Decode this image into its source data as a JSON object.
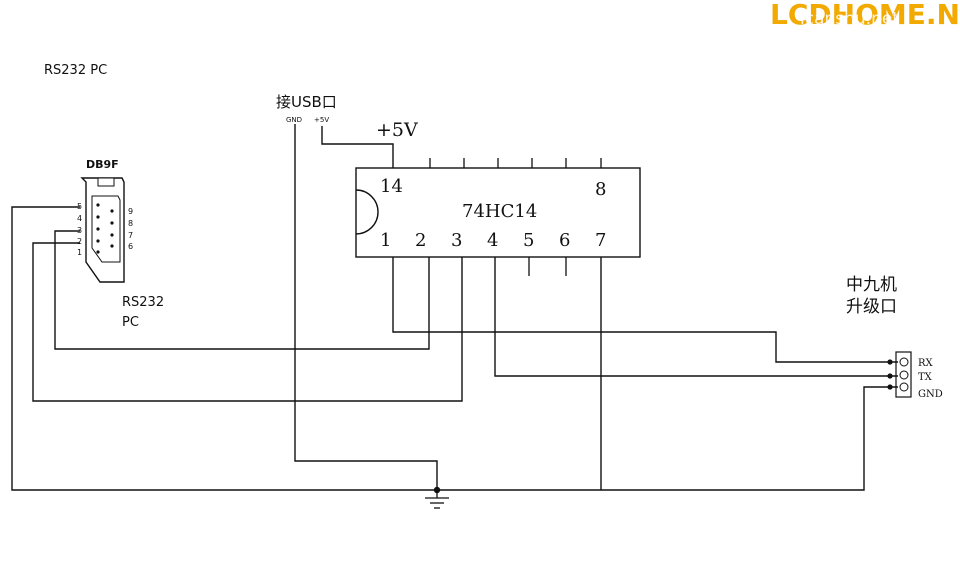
{
  "watermark": {
    "brand": "LCDHOME.NET",
    "overlay": "icanshu.net",
    "color": "#f2a900"
  },
  "rs232": {
    "header": "RS232 PC",
    "connector": "DB9F",
    "caption_line1": "RS232",
    "caption_line2": "PC",
    "pins_left": [
      "5",
      "4",
      "3",
      "2",
      "1"
    ],
    "pins_right": [
      "9",
      "8",
      "7",
      "6"
    ]
  },
  "usb": {
    "label": "接USB口",
    "gnd": "GND",
    "vcc": "+5V"
  },
  "supply": {
    "label": "+5V"
  },
  "ic": {
    "name": "74HC14",
    "pin_top_left": "14",
    "pin_top_right": "8",
    "bottom_pins": [
      "1",
      "2",
      "3",
      "4",
      "5",
      "6",
      "7"
    ]
  },
  "target": {
    "title_line1": "中九机",
    "title_line2": "升级口",
    "pins": [
      "RX",
      "TX",
      "GND"
    ]
  }
}
